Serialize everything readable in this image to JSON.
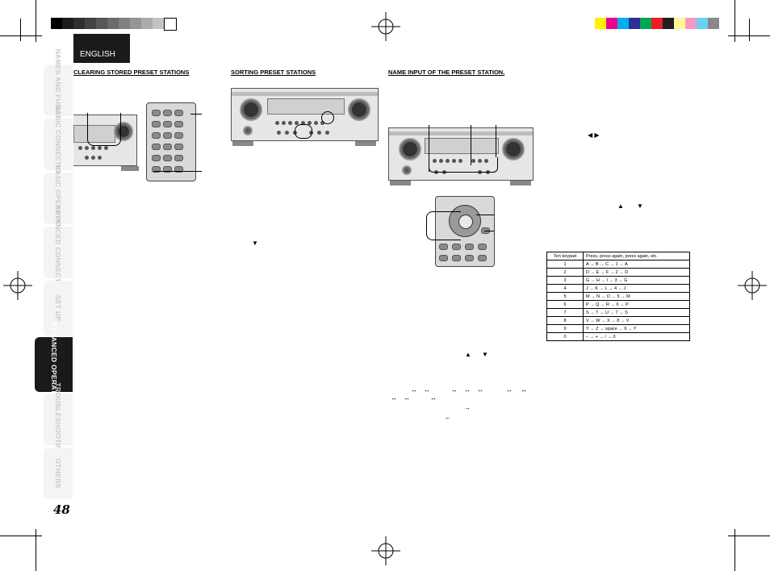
{
  "header": {
    "language": "ENGLISH"
  },
  "page_number": "48",
  "side_tabs": [
    {
      "label": "NAMES AND FUNCTION",
      "active": false
    },
    {
      "label": "BASIC CONNECTIONS",
      "active": false
    },
    {
      "label": "BASIC OPERATION",
      "active": false
    },
    {
      "label": "ADVANCED CONNECTIONS",
      "active": false
    },
    {
      "label": "SET UP",
      "active": false
    },
    {
      "label": "ADVANCED OPERATION",
      "active": true
    },
    {
      "label": "TROUBLESHOOTING",
      "active": false
    },
    {
      "label": "OTHERS",
      "active": false
    }
  ],
  "sections": {
    "clearing": {
      "title": "CLEARING STORED PRESET STATIONS"
    },
    "sorting": {
      "title": "SORTING PRESET STATIONS"
    },
    "name_input": {
      "title": "NAME INPUT OF THE PRESET STATION."
    }
  },
  "glyphs": {
    "left_right": "◀ ▶",
    "up": "▲",
    "down": "▼",
    "lr_arrow": "↔",
    "right_arrow": "→",
    "left_arrow": "←"
  },
  "keypad_table": {
    "headers": [
      "Ten keypad",
      "Press, press again, press again, etc."
    ],
    "rows": [
      [
        "1",
        "A → B → C → 1 → A"
      ],
      [
        "2",
        "D → E → F → 2 → D"
      ],
      [
        "3",
        "G → H → I → 3 → G"
      ],
      [
        "4",
        "J → K → L → 4 → J"
      ],
      [
        "5",
        "M → N → O → 5 → M"
      ],
      [
        "6",
        "P → Q → R → 6 → P"
      ],
      [
        "7",
        "S → T → U → 7 → S"
      ],
      [
        "8",
        "V → W → X → 8 → V"
      ],
      [
        "9",
        "Y → Z → space → 9 → Y"
      ],
      [
        "0",
        "– → + → / → 0"
      ]
    ]
  },
  "colors": {
    "gray_scale": [
      "#000000",
      "#1c1c1c",
      "#2f2f2f",
      "#434343",
      "#575757",
      "#6b6b6b",
      "#808080",
      "#959595",
      "#ababab",
      "#c3c3c3",
      "#ffffff"
    ],
    "color_bar": [
      "#fff200",
      "#ec008c",
      "#00aeef",
      "#2e3192",
      "#00a651",
      "#ed1c24",
      "#231f20",
      "#fff799",
      "#f49ac1",
      "#6dcff6",
      "#898989"
    ],
    "tab_active": "#1a1a1a",
    "tab_inactive_text": "#c8c8c8"
  }
}
